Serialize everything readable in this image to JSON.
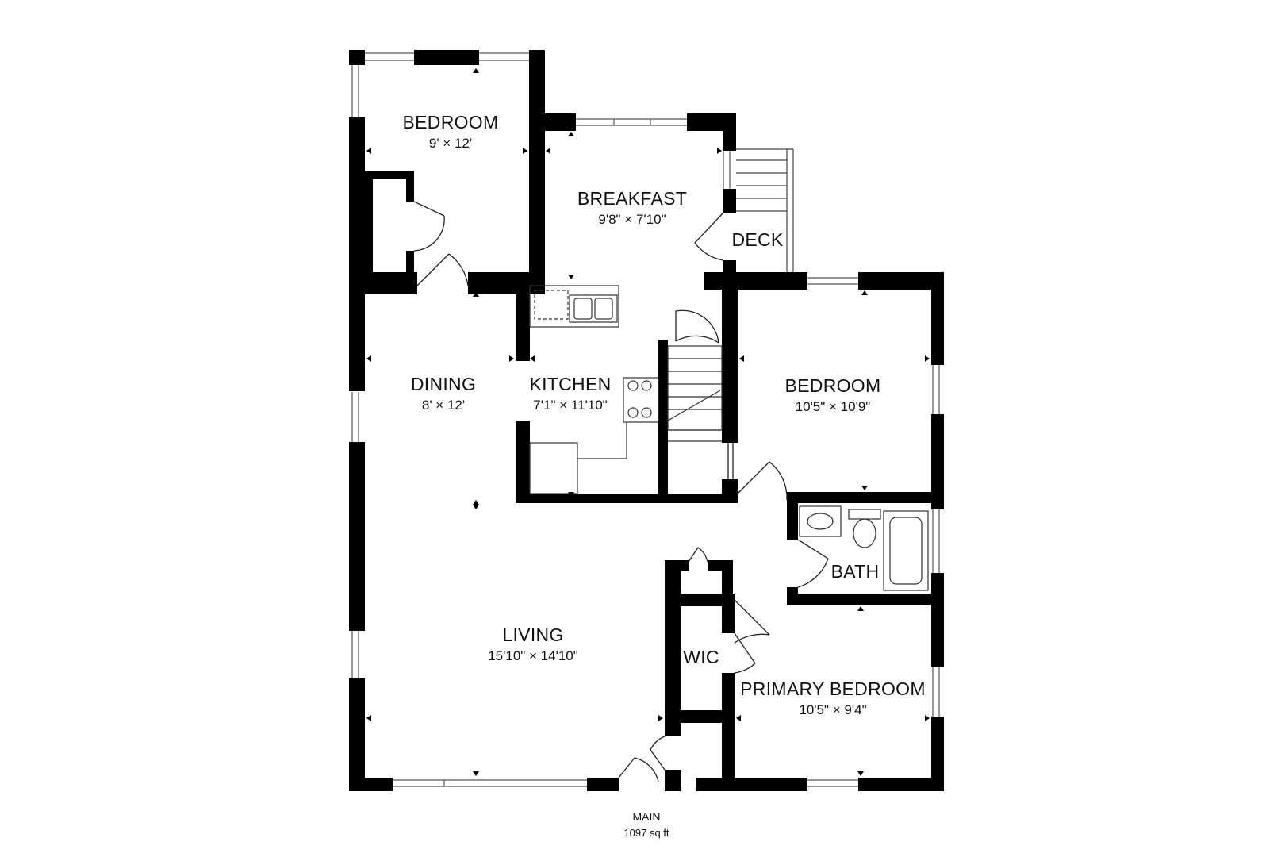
{
  "colors": {
    "wall": "#000000",
    "line": "#333333",
    "background": "#ffffff"
  },
  "rooms": {
    "bedroom_nw": {
      "name": "BEDROOM",
      "dim": "9' × 12'"
    },
    "breakfast": {
      "name": "BREAKFAST",
      "dim": "9'8\" × 7'10\""
    },
    "deck": {
      "name": "DECK"
    },
    "dining": {
      "name": "DINING",
      "dim": "8' × 12'"
    },
    "kitchen": {
      "name": "KITCHEN",
      "dim": "7'1\" × 11'10\""
    },
    "bedroom_e": {
      "name": "BEDROOM",
      "dim": "10'5\" × 10'9\""
    },
    "bath": {
      "name": "BATH"
    },
    "living": {
      "name": "LIVING",
      "dim": "15'10\" × 14'10\""
    },
    "wic": {
      "name": "WIC"
    },
    "primary": {
      "name": "PRIMARY BEDROOM",
      "dim": "10'5\" × 9'4\""
    }
  },
  "floor": {
    "name": "MAIN",
    "area": "1097 sq ft"
  },
  "icons": [
    "window-icon",
    "door-swing-icon",
    "sink-icon",
    "stove-icon",
    "toilet-icon",
    "bathtub-icon",
    "stairs-icon",
    "dimension-marker-icon"
  ]
}
